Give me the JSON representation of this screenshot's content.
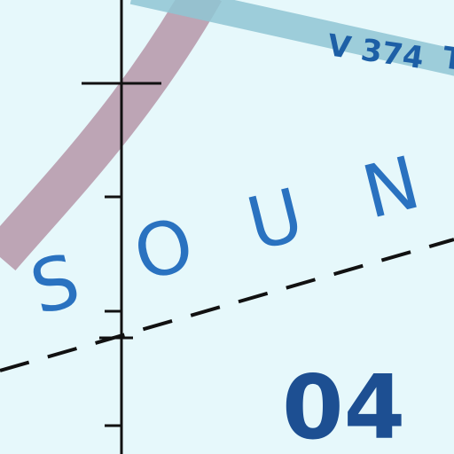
{
  "map": {
    "colors": {
      "background": "#e6f8fb",
      "airway": "#8fc6d4",
      "restricted_band": "#a8788f",
      "label_blue": "#2a72c0",
      "dark_blue": "#1d4f92",
      "line_black": "#111111"
    },
    "airway_label": "V 374",
    "airway_label_partial": "T",
    "water_body_letters": [
      "S",
      "O",
      "U",
      "N"
    ],
    "sector_label": "04"
  }
}
